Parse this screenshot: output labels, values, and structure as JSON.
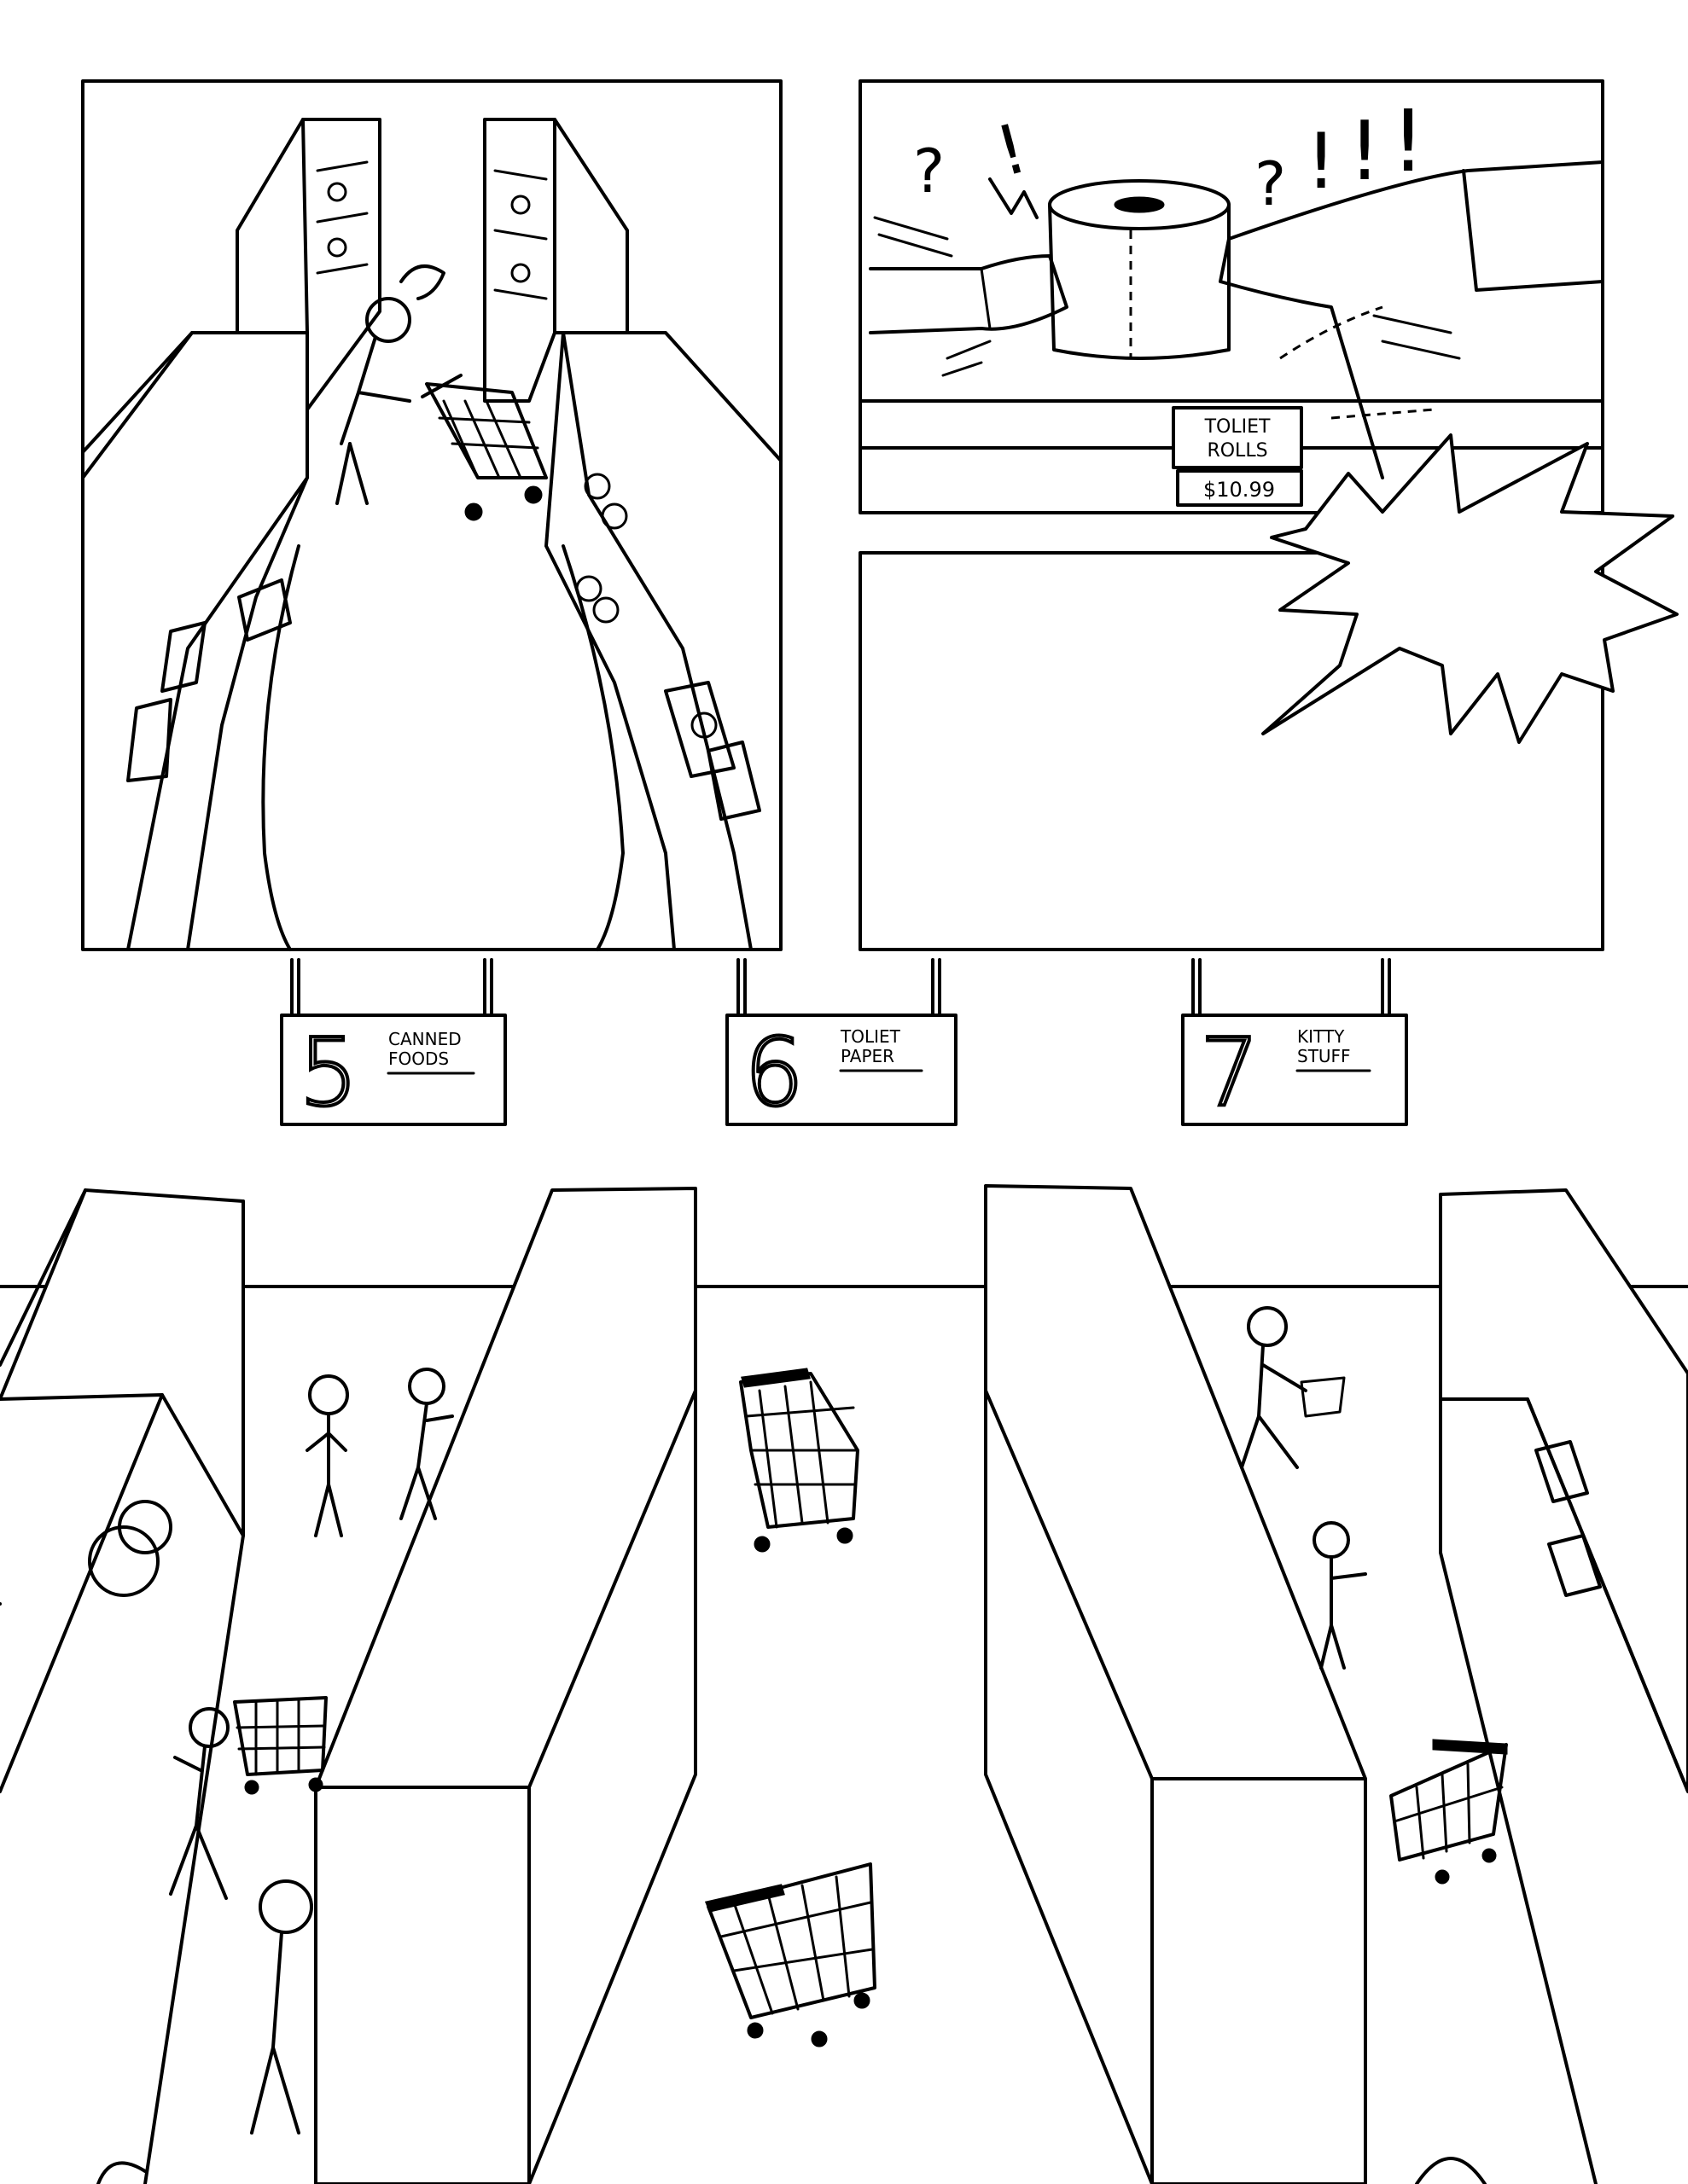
{
  "colors": {
    "ink": "#000000",
    "paper": "#ffffff"
  },
  "panel_price_tag": {
    "line1": "TOLIET",
    "line2": "ROLLS",
    "price": "$10.99"
  },
  "panel_sfx": {
    "marks": [
      "?",
      "!",
      "?",
      "!",
      "!",
      "!"
    ]
  },
  "aisle_signs": [
    {
      "number": "5",
      "line1": "CANNED",
      "line2": "FOODS"
    },
    {
      "number": "6",
      "line1": "TOLIET",
      "line2": "PAPER"
    },
    {
      "number": "7",
      "line1": "KITTY",
      "line2": "STUFF"
    }
  ]
}
